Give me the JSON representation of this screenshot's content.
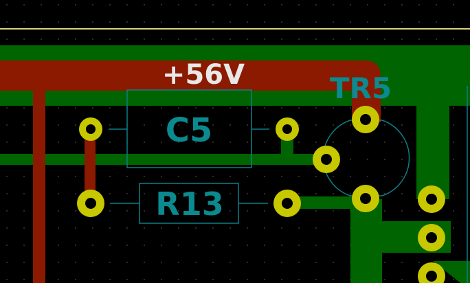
{
  "board": {
    "net_label": "+56V",
    "colors": {
      "background": "#000000",
      "grid_dot": "#3a3a3a",
      "edge_cut": "#d8d27a",
      "copper_front": "#8b1a00",
      "copper_back": "#006400",
      "pad": "#c8c800",
      "pad_hole": "#000000",
      "silkscreen": "#0c7f86",
      "label_text": "#0b8a8f",
      "net_text": "#e8e8e8"
    }
  },
  "components": {
    "c5": {
      "ref": "C5"
    },
    "r13": {
      "ref": "R13"
    },
    "tr5": {
      "ref": "TR5"
    }
  }
}
